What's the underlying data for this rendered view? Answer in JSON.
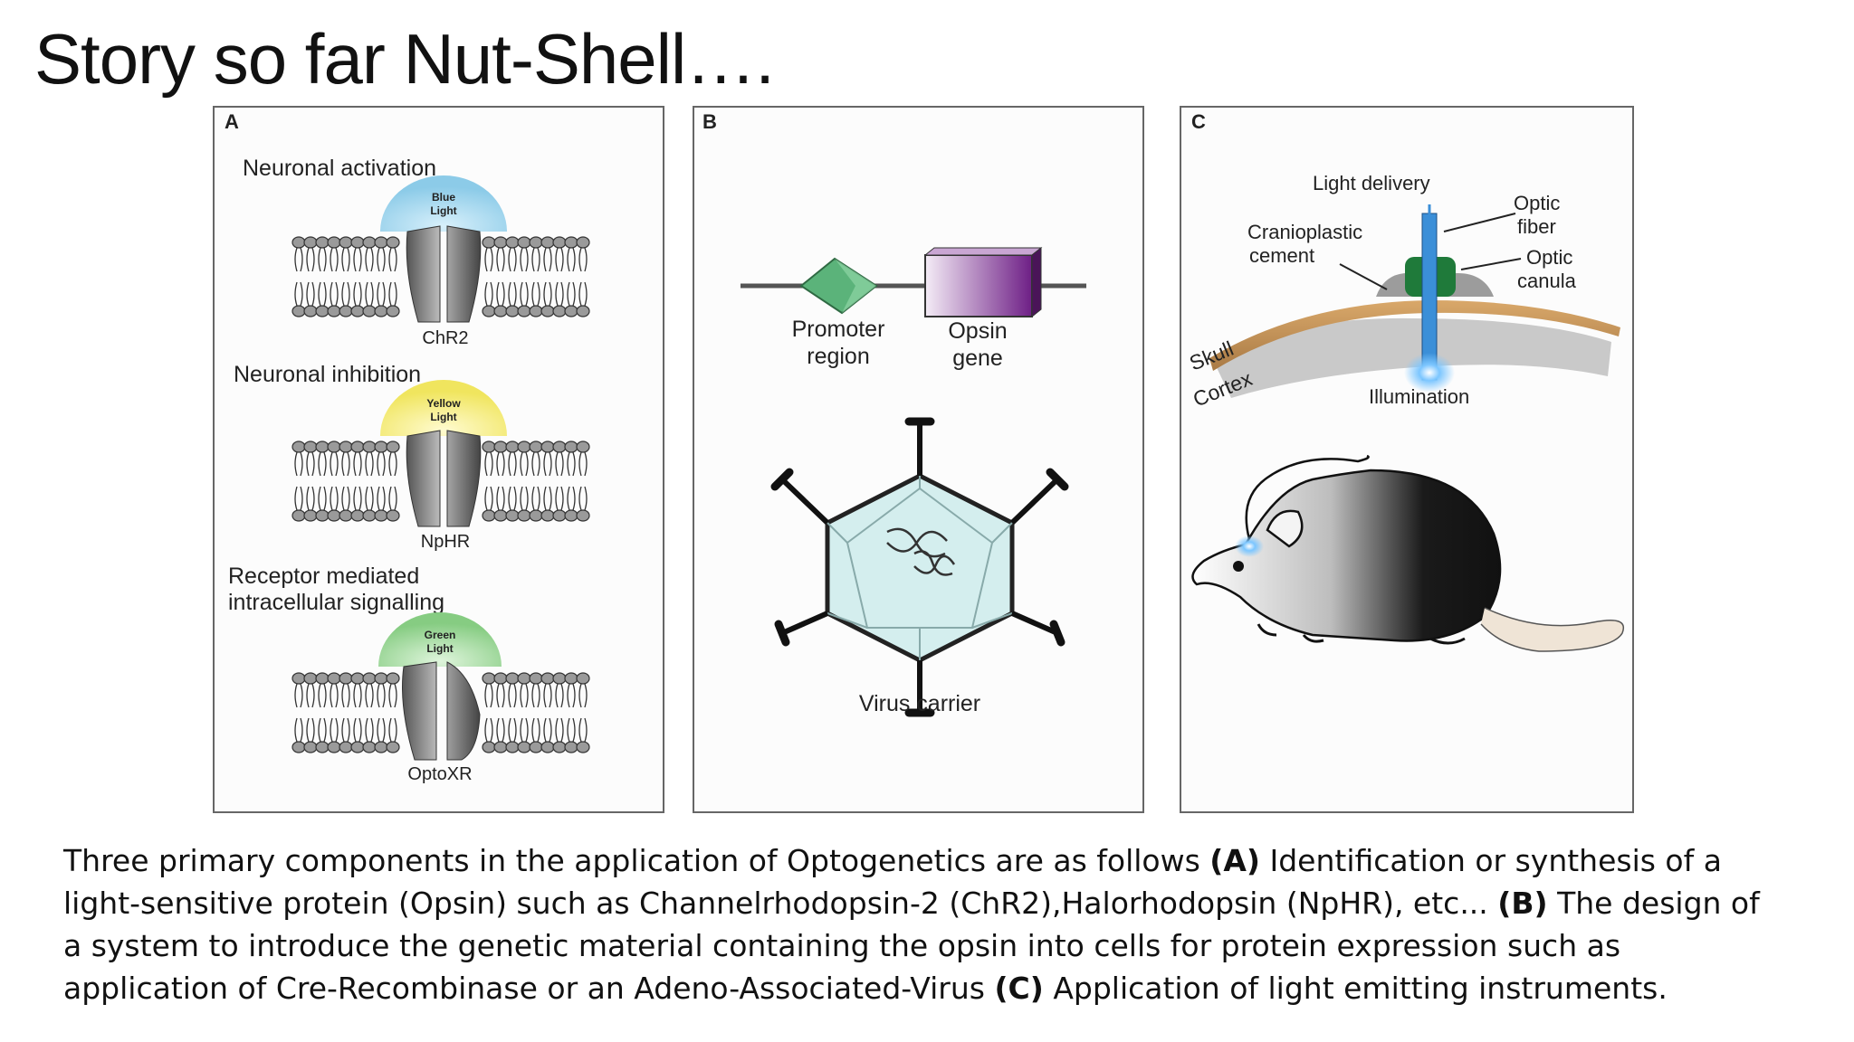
{
  "slide": {
    "title": "Story so far Nut-Shell…."
  },
  "panel_a": {
    "letter": "A",
    "sections": [
      {
        "heading": [
          "Neuronal activation"
        ],
        "light": [
          "Blue",
          "Light"
        ],
        "protein": "ChR2"
      },
      {
        "heading": [
          "Neuronal inhibition"
        ],
        "light": [
          "Yellow",
          "Light"
        ],
        "protein": "NpHR"
      },
      {
        "heading": [
          "Receptor mediated",
          "intracellular signalling"
        ],
        "light": [
          "Green",
          "Light"
        ],
        "protein": "OptoXR"
      }
    ]
  },
  "panel_b": {
    "letter": "B",
    "promoter": [
      "Promoter",
      "region"
    ],
    "opsin": [
      "Opsin",
      "gene"
    ],
    "virus": "Virus carrier"
  },
  "panel_c": {
    "letter": "C",
    "light_delivery": "Light delivery",
    "optic_fiber": [
      "Optic",
      "fiber"
    ],
    "cranioplastic": [
      "Cranioplastic",
      "cement"
    ],
    "optic_canula": [
      "Optic",
      "canula"
    ],
    "skull": "Skull",
    "cortex": "Cortex",
    "illumination": "Illumination"
  },
  "caption": {
    "p1": "Three primary components in the application of Optogenetics are as follows ",
    "a": "(A)",
    "p2": " Identification or synthesis of a light-sensitive protein (Opsin) such as Channelrhodopsin-2 (ChR2),Halorhodopsin (NpHR), etc... ",
    "b": "(B)",
    "p3": " The design of a system to introduce the genetic material containing the opsin into cells for protein expression such as application of Cre-Recombinase or an Adeno-Associated-Virus ",
    "c": "(C)",
    "p4": " Application of light emitting instruments."
  },
  "colors": {
    "blue_light": "#8ccbe8",
    "yellow_light": "#f2e86a",
    "green_light": "#8fd08a",
    "promoter_green": "#5bb37a",
    "opsin_purple": "#7b2c8e",
    "canula_green": "#1f7a3a",
    "fiber_blue": "#3b8fd8"
  }
}
